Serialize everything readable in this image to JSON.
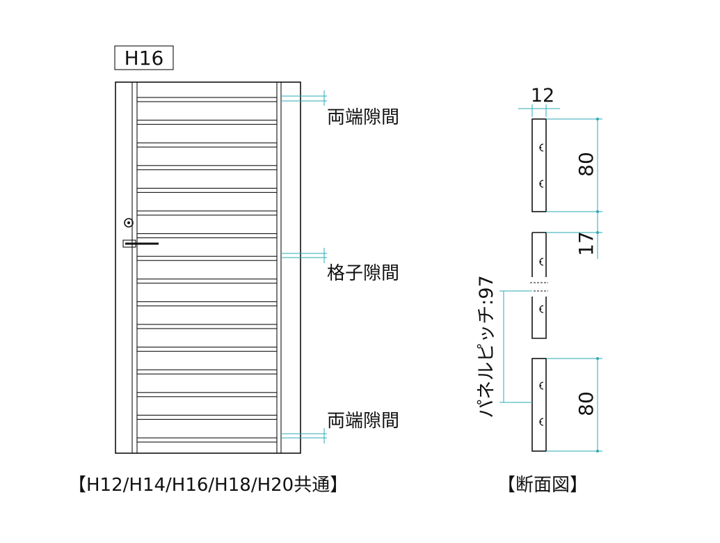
{
  "gate_label": "H16",
  "callouts": {
    "top_gap": "両端隙間",
    "slat_gap": "格子隙間",
    "bottom_gap": "両端隙間"
  },
  "gate_caption": "【H12/H14/H16/H18/H20共通】",
  "section_caption": "【断面図】",
  "section_dims": {
    "width": "12",
    "panel_height_top": "80",
    "gap": "17",
    "panel_height_bottom": "80",
    "pitch": "パネルピッチ:97"
  },
  "colors": {
    "line": "#111111",
    "dimension": "#2aa9b4"
  }
}
